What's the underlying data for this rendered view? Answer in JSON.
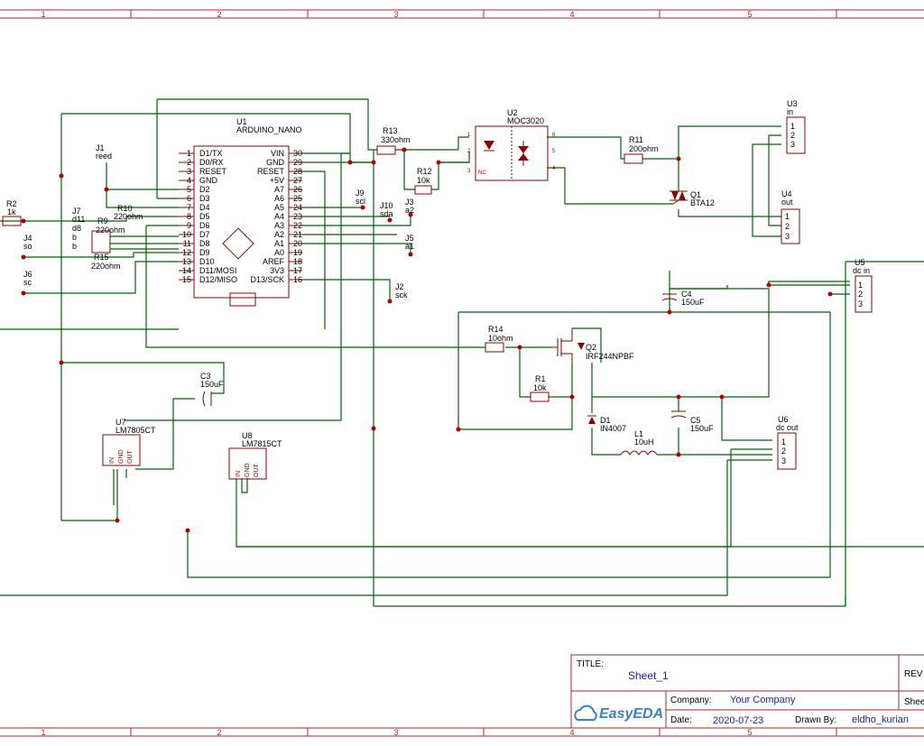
{
  "frame": {
    "columns": [
      "1",
      "2",
      "3",
      "4",
      "5"
    ],
    "color_border": "#a52a2a",
    "color_wire": "#006400",
    "color_part": "#8b0000",
    "color_text": "#000000",
    "color_blue": "#1c1cb8"
  },
  "title_block": {
    "title_label": "TITLE:",
    "title_value": "Sheet_1",
    "rev_label": "REV",
    "company_label": "Company:",
    "company_value": "Your Company",
    "sheet_label": "Shee",
    "date_label": "Date:",
    "date_value": "2020-07-23",
    "drawn_label": "Drawn By:",
    "drawn_value": "eldho_kurian",
    "logo": "EasyEDA"
  },
  "u1": {
    "ref": "U1",
    "name": "ARDUINO_NANO",
    "left_pins": [
      {
        "num": "1",
        "name": "D1/TX"
      },
      {
        "num": "2",
        "name": "D0/RX"
      },
      {
        "num": "3",
        "name": "RESET"
      },
      {
        "num": "4",
        "name": "GND"
      },
      {
        "num": "5",
        "name": "D2"
      },
      {
        "num": "6",
        "name": "D3"
      },
      {
        "num": "7",
        "name": "D4"
      },
      {
        "num": "8",
        "name": "D5"
      },
      {
        "num": "9",
        "name": "D6"
      },
      {
        "num": "10",
        "name": "D7"
      },
      {
        "num": "11",
        "name": "D8"
      },
      {
        "num": "12",
        "name": "D9"
      },
      {
        "num": "13",
        "name": "D10"
      },
      {
        "num": "14",
        "name": "D11/MOSI"
      },
      {
        "num": "15",
        "name": "D12/MISO"
      }
    ],
    "right_pins": [
      {
        "num": "30",
        "name": "VIN"
      },
      {
        "num": "29",
        "name": "GND"
      },
      {
        "num": "28",
        "name": "RESET"
      },
      {
        "num": "27",
        "name": "+5V"
      },
      {
        "num": "26",
        "name": "A7"
      },
      {
        "num": "25",
        "name": "A6"
      },
      {
        "num": "24",
        "name": "A5"
      },
      {
        "num": "23",
        "name": "A4"
      },
      {
        "num": "22",
        "name": "A3"
      },
      {
        "num": "21",
        "name": "A2"
      },
      {
        "num": "20",
        "name": "A1"
      },
      {
        "num": "19",
        "name": "A0"
      },
      {
        "num": "18",
        "name": "AREF"
      },
      {
        "num": "17",
        "name": "3V3"
      },
      {
        "num": "16",
        "name": "D13/SCK"
      }
    ]
  },
  "u2": {
    "ref": "U2",
    "name": "MOC3020",
    "pins": [
      "1",
      "2",
      "3",
      "6",
      "5",
      "4"
    ],
    "nc": "NC"
  },
  "parts": {
    "r2_ref": "R2",
    "r2_val": "1k",
    "r13_ref": "R13",
    "r13_val": "330ohm",
    "r12_ref": "R12",
    "r12_val": "10k",
    "r11_ref": "R11",
    "r11_val": "200ohm",
    "r10_ref": "R10",
    "r10_val": "220ohm",
    "r9_ref": "R9",
    "r9_val": "220ohm",
    "r15_ref": "R15",
    "r15_val": "220ohm",
    "r14_ref": "R14",
    "r14_val": "10ohm",
    "r1_ref": "R1",
    "r1_val": "10k",
    "q1_ref": "Q1",
    "q1_val": "BTA12",
    "q2_ref": "Q2",
    "q2_val": "IRF244NPBF",
    "d1_ref": "D1",
    "d1_val": "IN4007",
    "l1_ref": "L1",
    "l1_val": "10uH",
    "c3_ref": "C3",
    "c3_val": "150uF",
    "c4_ref": "C4",
    "c4_val": "150uF",
    "c5_ref": "C5",
    "c5_val": "150uF",
    "u7_ref": "U7",
    "u7_val": "LM7805CT",
    "u8_ref": "U8",
    "u8_val": "LM7815CT",
    "reg_in": "IN",
    "reg_gnd": "GND",
    "reg_out": "OUT"
  },
  "connectors": {
    "j1_ref": "J1",
    "j1_val": "reed",
    "j2_ref": "J2",
    "j2_val": "sck",
    "j3_ref": "J3",
    "j3_val": "a2",
    "j4_ref": "J4",
    "j4_val": "so",
    "j5_ref": "J5",
    "j5_val": "a1",
    "j6_ref": "J6",
    "j6_val": "sc",
    "j7_ref": "J7",
    "j7_val": "d11",
    "j7_b": "d8",
    "j7_c": "b",
    "j7_d": "b",
    "j9_ref": "J9",
    "j9_val": "scl",
    "j10_ref": "J10",
    "j10_val": "sda",
    "u3_ref": "U3",
    "u3_val": "in",
    "u4_ref": "U4",
    "u4_val": "out",
    "u5_ref": "U5",
    "u5_val": "dc in",
    "u6_ref": "U6",
    "u6_val": "dc out",
    "hdr_pins": [
      "1",
      "2",
      "3"
    ]
  }
}
